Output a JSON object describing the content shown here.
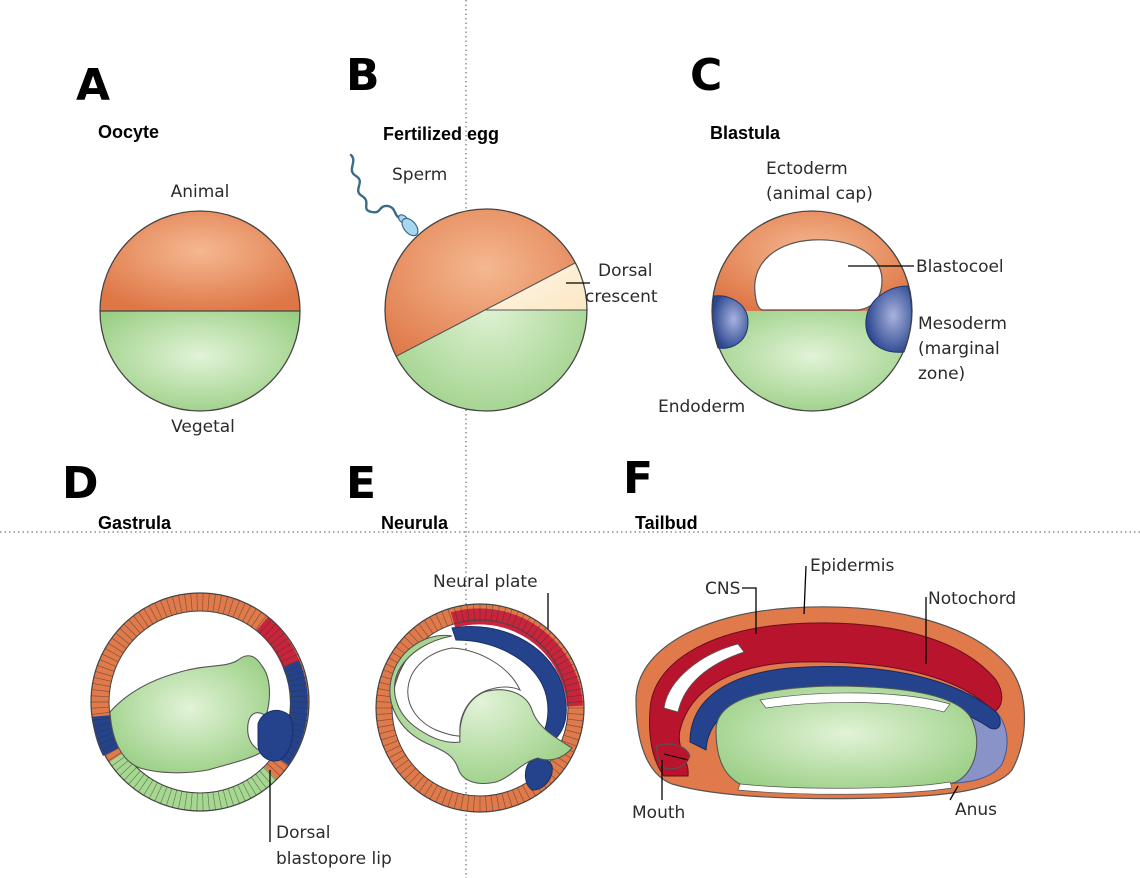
{
  "panels": {
    "A": {
      "letter": "A",
      "title": "Oocyte",
      "labels": {
        "animal": "Animal",
        "vegetal": "Vegetal"
      }
    },
    "B": {
      "letter": "B",
      "title": "Fertilized egg",
      "labels": {
        "sperm": "Sperm",
        "dorsal_1": "Dorsal",
        "dorsal_2": "crescent"
      }
    },
    "C": {
      "letter": "C",
      "title": "Blastula",
      "labels": {
        "ectoderm_1": "Ectoderm",
        "ectoderm_2": "(animal cap)",
        "blastocoel": "Blastocoel",
        "mesoderm_1": "Mesoderm",
        "mesoderm_2": "(marginal",
        "mesoderm_3": "zone)",
        "endoderm": "Endoderm"
      }
    },
    "D": {
      "letter": "D",
      "title": "Gastrula",
      "labels": {
        "lip_1": "Dorsal",
        "lip_2": "blastopore lip"
      }
    },
    "E": {
      "letter": "E",
      "title": "Neurula",
      "labels": {
        "neural_plate": "Neural plate"
      }
    },
    "F": {
      "letter": "F",
      "title": "Tailbud",
      "labels": {
        "cns": "CNS",
        "epidermis": "Epidermis",
        "notochord": "Notochord",
        "mouth": "Mouth",
        "anus": "Anus"
      }
    }
  },
  "colors": {
    "ectoderm": "#e07a4a",
    "ectoderm_light": "#f4b48c",
    "endoderm": "#9fd38a",
    "endoderm_light": "#d9efcc",
    "mesoderm": "#1f3f86",
    "mesoderm_light": "#7c88c4",
    "neural": "#b8142e",
    "crescent": "#fff4d8"
  }
}
